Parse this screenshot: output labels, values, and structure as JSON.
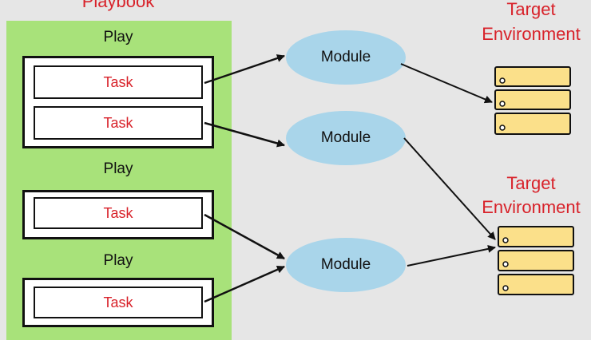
{
  "playbook": {
    "title": "Playbook",
    "color": "#a8e27a",
    "plays": [
      {
        "label": "Play",
        "tasks": [
          "Task",
          "Task"
        ]
      },
      {
        "label": "Play",
        "tasks": [
          "Task"
        ]
      },
      {
        "label": "Play",
        "tasks": [
          "Task"
        ]
      }
    ]
  },
  "modules": [
    "Module",
    "Module",
    "Module"
  ],
  "environments": [
    {
      "title_line1": "Target",
      "title_line2": "Environment",
      "servers": 3
    },
    {
      "title_line1": "Target",
      "title_line2": "Environment",
      "servers": 3
    }
  ],
  "colors": {
    "accent_red": "#d8222a",
    "module_fill": "#a9d5ea",
    "server_fill": "#fbe08a",
    "background": "#e6e6e6"
  },
  "icons": [
    "server-icon",
    "arrow-icon"
  ]
}
